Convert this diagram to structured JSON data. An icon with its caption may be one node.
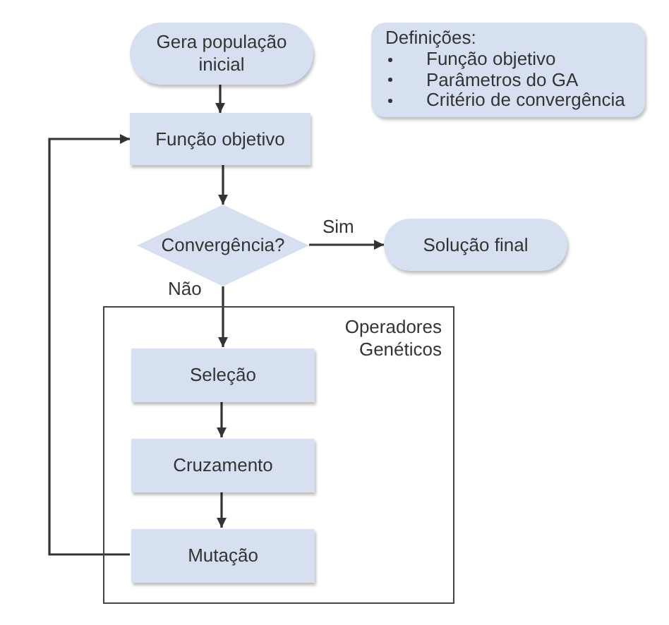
{
  "diagram": {
    "nodes": [
      {
        "text": [
          "Gera população inicial"
        ]
      },
      {
        "text": [
          "Definições:",
          "Função objetivo",
          "Parâmetros do GA",
          "Critério de convergência"
        ]
      },
      {
        "text": [
          "Função objetivo"
        ]
      },
      {
        "text": [
          "Convergência?"
        ]
      },
      {
        "text": [
          "Solução final"
        ]
      },
      {
        "text": [
          "Operadores Genéticos"
        ]
      },
      {
        "text": [
          "Seleção"
        ],
        "in": 5
      },
      {
        "text": [
          "Cruzamento"
        ],
        "in": 5
      },
      {
        "text": [
          "Mutação"
        ],
        "in": 5
      }
    ],
    "edges": [
      {
        "from": 0,
        "to": 2,
        "arrow": "to"
      },
      {
        "from": 2,
        "to": 3,
        "arrow": "to"
      },
      {
        "from": 3,
        "to": 4,
        "arrow": "to",
        "label": "Sim"
      },
      {
        "from": 3,
        "to": 6,
        "arrow": "to",
        "label": "Não"
      },
      {
        "from": 6,
        "to": 7,
        "arrow": "to"
      },
      {
        "from": 7,
        "to": 8,
        "arrow": "to"
      },
      {
        "from": 8,
        "to": 2,
        "arrow": "to"
      }
    ]
  }
}
